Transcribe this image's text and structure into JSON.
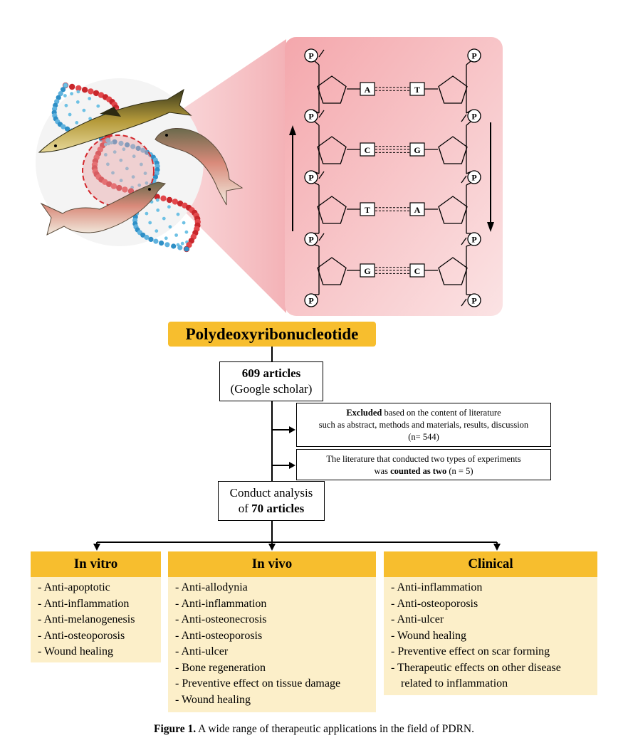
{
  "dna": {
    "pairs": [
      {
        "left": "A",
        "right": "T"
      },
      {
        "left": "C",
        "right": "G"
      },
      {
        "left": "T",
        "right": "A"
      },
      {
        "left": "G",
        "right": "C"
      }
    ],
    "phosphate": "P"
  },
  "flow": {
    "title": "Polydeoxyribonucleotide",
    "search": {
      "bold": "609 articles",
      "sub": "(Google scholar)"
    },
    "excluded": {
      "bold": "Excluded",
      "line1": " based on the content of literature",
      "line2": "such as abstract, methods and materials, results, discussion",
      "line3": "(n= 544)"
    },
    "double": {
      "line1": "The literature that conducted two types of experiments",
      "pre": "was ",
      "bold": "counted as two",
      "post": " (n = 5)"
    },
    "analysis": {
      "line1": "Conduct analysis",
      "pre": "of ",
      "bold": "70 articles"
    }
  },
  "categories": {
    "in_vitro": {
      "title": "In vitro",
      "items": [
        "- Anti-apoptotic",
        "- Anti-inflammation",
        "- Anti-melanogenesis",
        "- Anti-osteoporosis",
        "- Wound healing"
      ]
    },
    "in_vivo": {
      "title": "In vivo",
      "items": [
        "- Anti-allodynia",
        "- Anti-inflammation",
        "- Anti-osteonecrosis",
        "- Anti-osteoporosis",
        "- Anti-ulcer",
        "- Bone regeneration",
        "- Preventive effect on tissue damage",
        "- Wound healing"
      ]
    },
    "clinical": {
      "title": "Clinical",
      "items": [
        "- Anti-inflammation",
        "- Anti-osteoporosis",
        "- Anti-ulcer",
        "- Wound healing",
        "- Preventive effect on scar forming",
        "- Therapeutic effects on other disease",
        "  related to inflammation"
      ]
    }
  },
  "caption": {
    "label": "Figure 1.",
    "text": " A wide range of therapeutic applications in the field of PDRN."
  },
  "colors": {
    "highlight": "#F7BE2E",
    "panel": "#FCEFC9",
    "pink": "#F5B8BC"
  }
}
